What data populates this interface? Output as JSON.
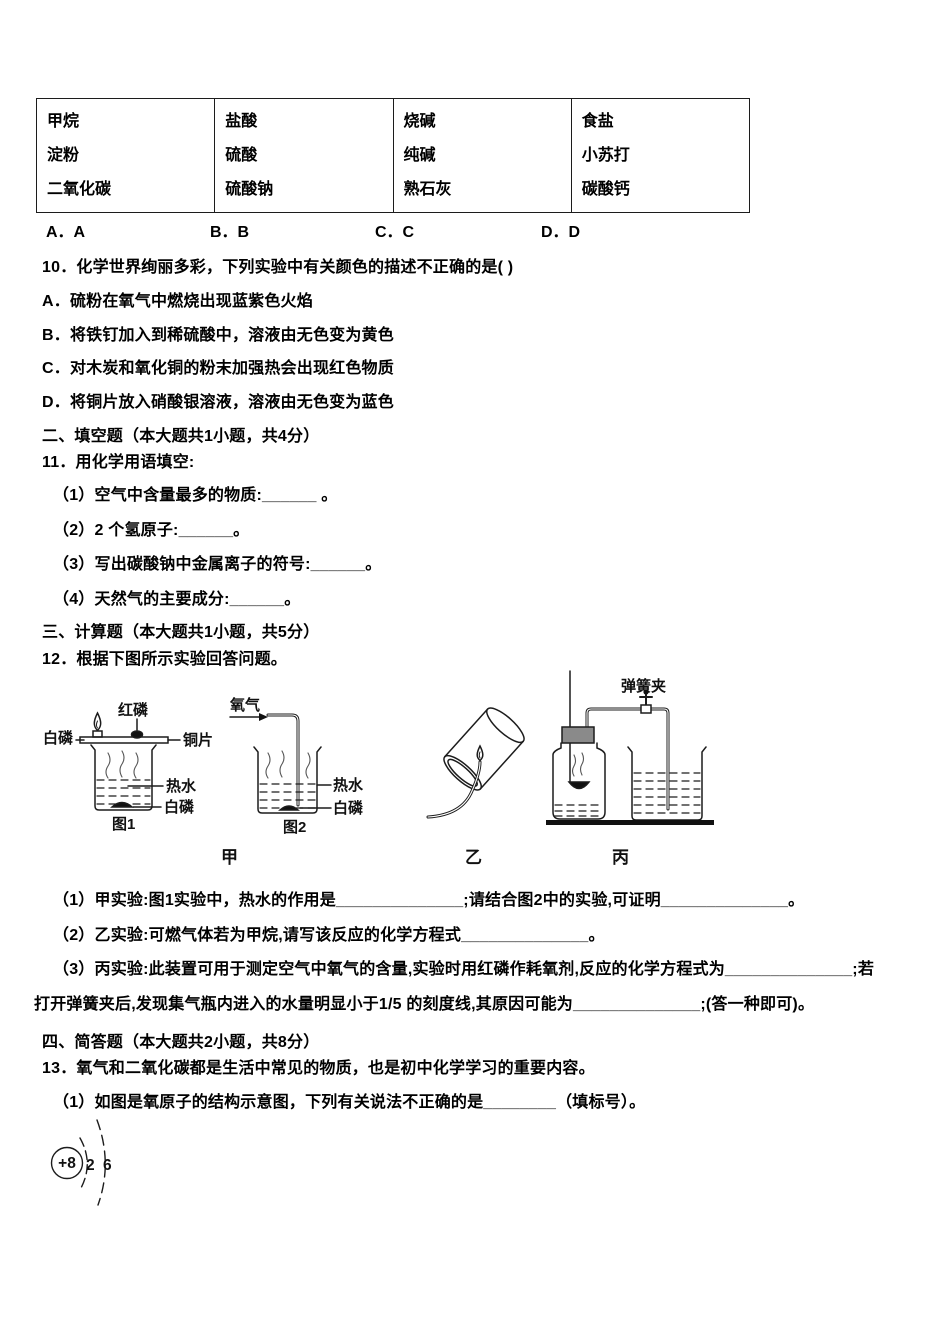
{
  "table": {
    "columns": [
      {
        "items": [
          "甲烷",
          "淀粉",
          "二氧化碳"
        ]
      },
      {
        "items": [
          "盐酸",
          "硫酸",
          "硫酸钠"
        ]
      },
      {
        "items": [
          "烧碱",
          "纯碱",
          "熟石灰"
        ]
      },
      {
        "items": [
          "食盐",
          "小苏打",
          "碳酸钙"
        ]
      }
    ],
    "answer_options": [
      "A．A",
      "B．B",
      "C．C",
      "D．D"
    ]
  },
  "q10": {
    "stem": "10．化学世界绚丽多彩，下列实验中有关颜色的描述不正确的是(  )",
    "options": [
      "A．硫粉在氧气中燃烧出现蓝紫色火焰",
      "B．将铁钉加入到稀硫酸中，溶液由无色变为黄色",
      "C．对木炭和氧化铜的粉末加强热会出现红色物质",
      "D．将铜片放入硝酸银溶液，溶液由无色变为蓝色"
    ]
  },
  "section2": {
    "header": "二、填空题（本大题共1小题，共4分）",
    "q11": {
      "stem": "11．用化学用语填空:",
      "parts": [
        "（1）空气中含量最多的物质:______ 。",
        "（2）2 个氢原子:______。",
        "（3）写出碳酸钠中金属离子的符号:______。",
        "（4）天然气的主要成分:______。"
      ]
    }
  },
  "section3": {
    "header": "三、计算题（本大题共1小题，共5分）",
    "q12": {
      "stem": "12．根据下图所示实验回答问题。",
      "parts": [
        "（1）甲实验:图1实验中，热水的作用是______________;请结合图2中的实验,可证明______________。",
        "（2）乙实验:可燃气体若为甲烷,请写该反应的化学方程式______________。",
        "（3）丙实验:此装置可用于测定空气中氧气的含量,实验时用红磷作耗氧剂,反应的化学方程式为______________;若",
        "打开弹簧夹后,发现集气瓶内进入的水量明显小于1/5 的刻度线,其原因可能为______________;(答一种即可)。"
      ]
    }
  },
  "section4": {
    "header": "四、简答题（本大题共2小题，共8分）",
    "q13": {
      "stem": "13．氧气和二氧化碳都是生活中常见的物质，也是初中化学学习的重要内容。",
      "part1": "（1）如图是氧原子的结构示意图，下列有关说法不正确的是________（填标号）。"
    }
  },
  "figure": {
    "fig1": {
      "caption": "图1",
      "labels": {
        "white_p_left": "白磷",
        "red_p": "红磷",
        "copper": "铜片",
        "hot_water": "热水",
        "white_p_bottom": "白磷"
      }
    },
    "fig2": {
      "caption": "图2",
      "labels": {
        "oxygen": "氧气",
        "hot_water": "热水",
        "white_p": "白磷"
      }
    },
    "bing_setup": {
      "labels": {
        "spring_clamp": "弹簧夹"
      }
    },
    "group_labels": {
      "jia": "甲",
      "yi": "乙",
      "bing": "丙"
    }
  },
  "atom": {
    "nucleus": "+8",
    "shell_inner": "2",
    "shell_outer": "6"
  }
}
